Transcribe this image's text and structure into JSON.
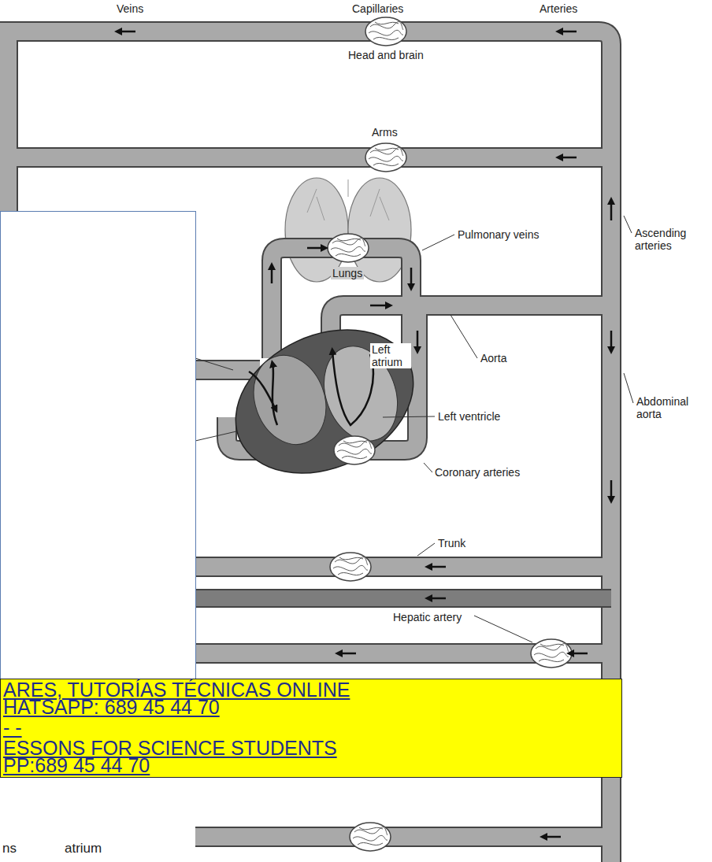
{
  "diagram": {
    "nodes": [
      {
        "text": [
          "ARES, TUTORÍAS TÉCNICAS ONLINE",
          "HATSAPP: 689 45 44 70",
          "- -",
          "ESSONS FOR SCIENCE STUDENTS",
          "PP:689 45 44 70"
        ]
      }
    ],
    "labels": [
      "Veins",
      "Capillaries",
      "Arteries",
      "Head and brain",
      "Arms",
      "Pulmonary veins",
      "Ascending arteries",
      "Lungs",
      "Left atrium",
      "Aorta",
      "Abdominal aorta",
      "Left ventricle",
      "Coronary arteries",
      "Trunk",
      "Hepatic artery",
      "ns",
      "atrium"
    ]
  }
}
